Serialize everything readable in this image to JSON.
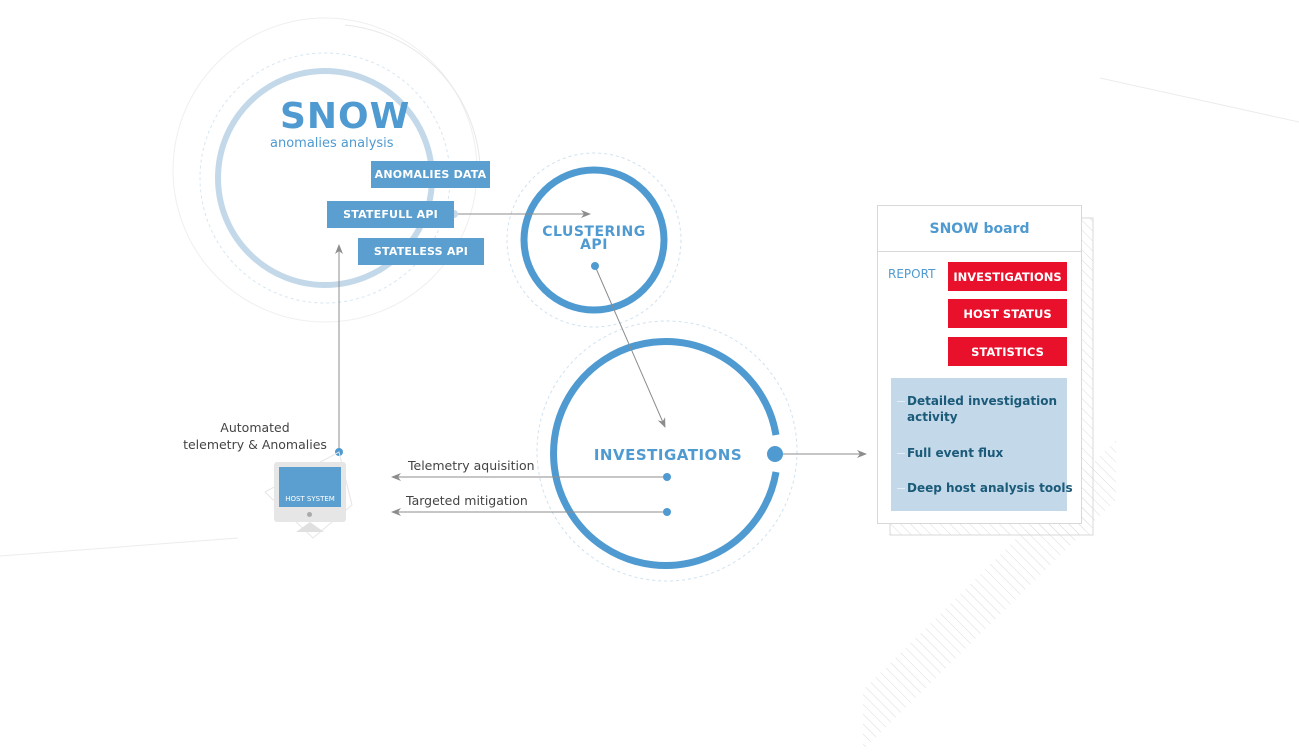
{
  "colors": {
    "primary_blue": "#4f9ad0",
    "box_blue": "#5a9fcf",
    "light_ring": "#c3d9ea",
    "report_red": "#e8102a",
    "feature_text": "#1b5a78",
    "arrow_gray": "#8c8c8c"
  },
  "snow": {
    "title": "SNOW",
    "subtitle": "anomalies analysis",
    "boxes": {
      "anomalies_data": "ANOMALIES DATA",
      "statefull_api": "STATEFULL API",
      "stateless_api": "STATELESS API"
    }
  },
  "clustering": {
    "line1": "CLUSTERING",
    "line2": "API"
  },
  "investigations": {
    "label": "INVESTIGATIONS"
  },
  "host": {
    "caption_line1": "Automated",
    "caption_line2": "telemetry & Anomalies",
    "screen_label": "HOST SYSTEM",
    "flows": {
      "telemetry": "Telemetry aquisition",
      "mitigation": "Targeted mitigation"
    }
  },
  "board": {
    "title": "SNOW board",
    "report_label": "REPORT",
    "report_buttons": [
      "INVESTIGATIONS",
      "HOST STATUS",
      "STATISTICS"
    ],
    "features": [
      "Detailed investigation activity",
      "Full event flux",
      "Deep host analysis tools"
    ]
  }
}
